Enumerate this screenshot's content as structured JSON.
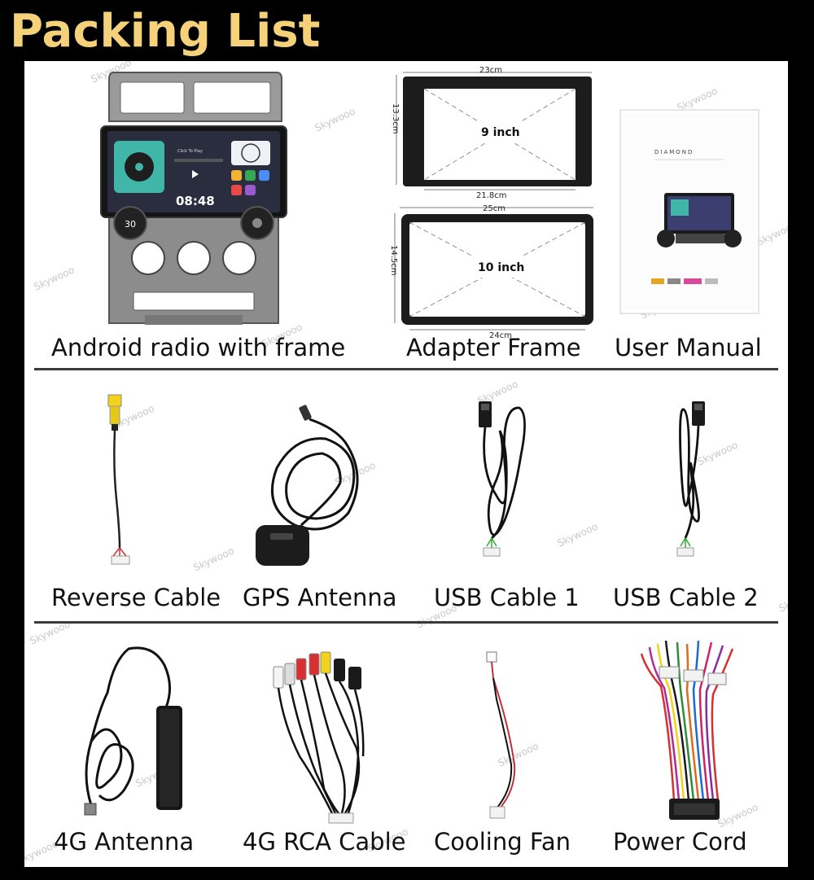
{
  "title": "Packing List",
  "watermark": "Skywooo",
  "items": [
    {
      "label": "Android radio with frame",
      "icon": "android-radio-icon"
    },
    {
      "label": "Adapter Frame",
      "icon": "adapter-frame-icon"
    },
    {
      "label": "User Manual",
      "icon": "user-manual-icon"
    },
    {
      "label": "Reverse Cable",
      "icon": "reverse-cable-icon"
    },
    {
      "label": "GPS Antenna",
      "icon": "gps-antenna-icon"
    },
    {
      "label": "USB Cable 1",
      "icon": "usb-cable-icon"
    },
    {
      "label": "USB Cable 2",
      "icon": "usb-cable-icon"
    },
    {
      "label": "4G Antenna",
      "icon": "4g-antenna-icon"
    },
    {
      "label": "4G RCA Cable",
      "icon": "rca-cable-icon"
    },
    {
      "label": "Cooling Fan",
      "icon": "cooling-fan-icon"
    },
    {
      "label": "Power Cord",
      "icon": "power-cord-icon"
    }
  ],
  "adapter_frames": {
    "small": {
      "size": "9 inch",
      "width": "23cm",
      "height": "13.3cm",
      "bottom": "21.8cm"
    },
    "large": {
      "size": "10 inch",
      "width": "25cm",
      "height": "14.5cm",
      "bottom": "24cm"
    }
  },
  "radio_screen": {
    "time": "08:48",
    "temp": "30",
    "now_playing": "Click To Play"
  },
  "manual": {
    "brand": "DIAMOND"
  },
  "colors": {
    "title": "#f5d27a",
    "background": "#000000",
    "panel": "#ffffff",
    "divider": "#3a3a3a"
  }
}
